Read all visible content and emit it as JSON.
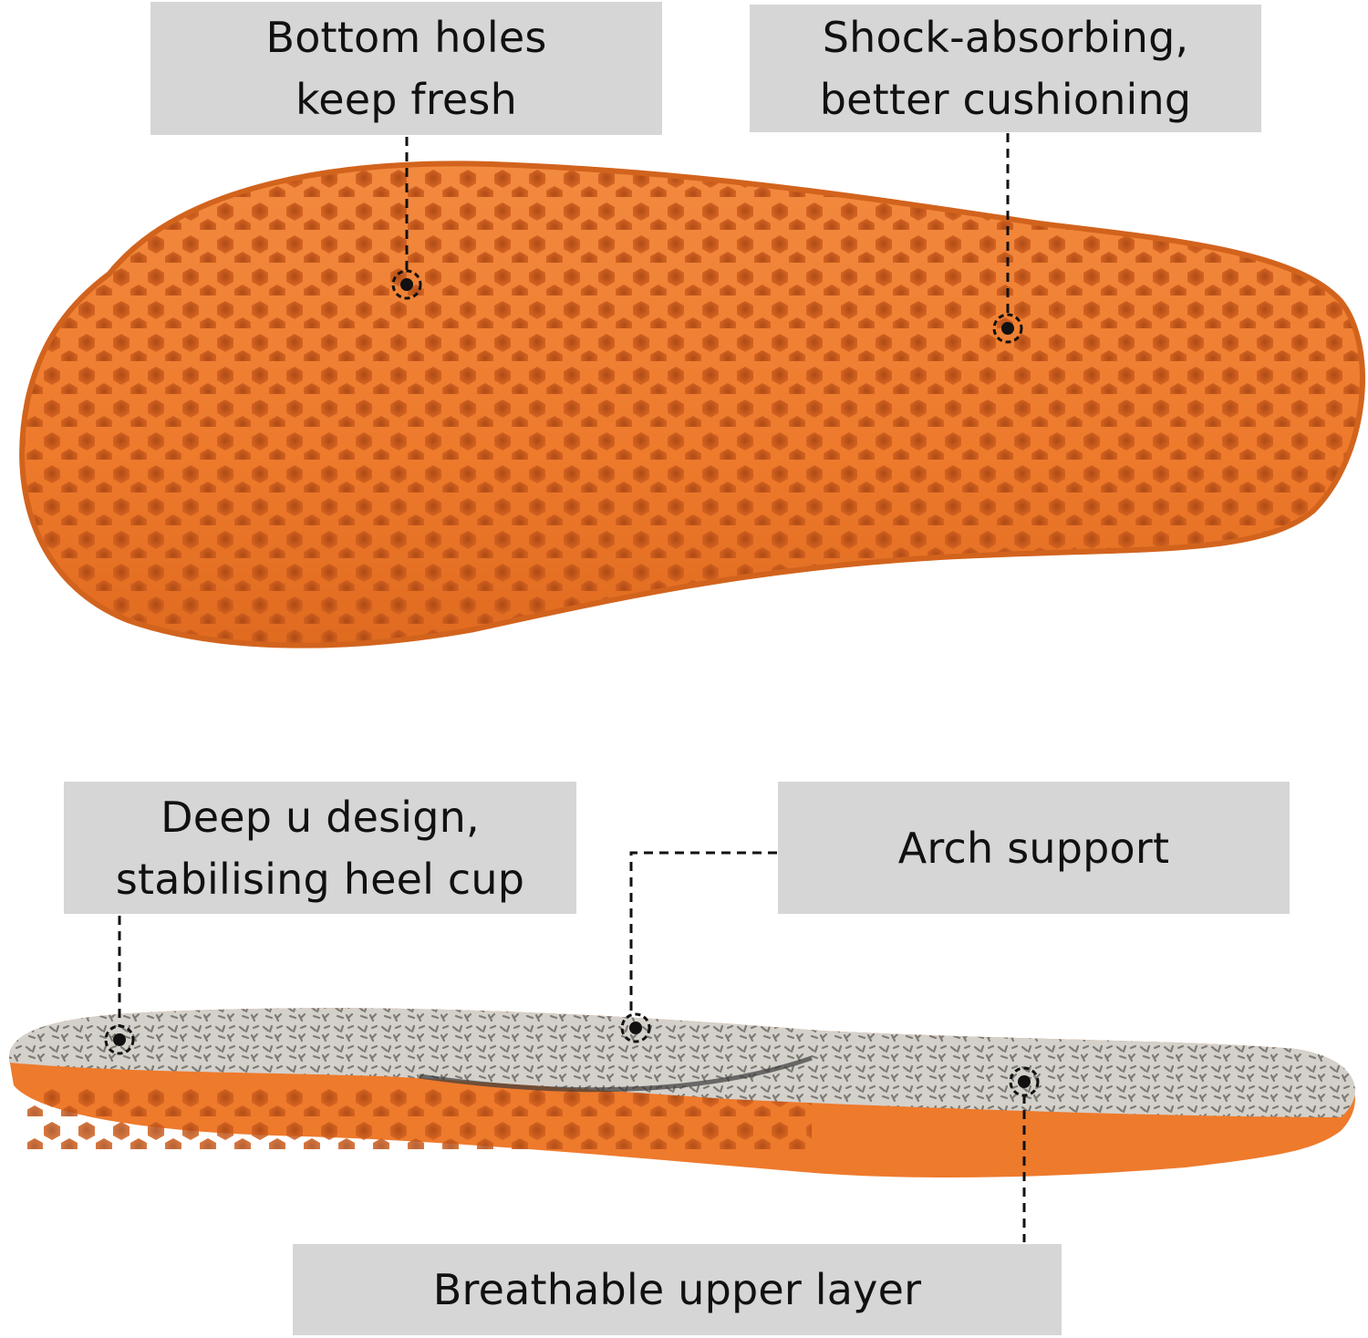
{
  "colors": {
    "foam_orange": "#f07a2b",
    "foam_dark": "#c4571a",
    "top_layer": "#c9c6c1",
    "label_bg": "#d6d6d6",
    "marker": "#111111"
  },
  "callouts": {
    "bottom_holes": {
      "line1": "Bottom holes",
      "line2": "keep fresh"
    },
    "shock_absorbing": {
      "line1": "Shock-absorbing,",
      "line2": "better cushioning"
    },
    "heel_cup": {
      "line1": "Deep u design,",
      "line2": "stabilising heel cup"
    },
    "arch_support": {
      "line1": "Arch support"
    },
    "breathable": {
      "line1": "Breathable upper layer"
    }
  },
  "icons": {
    "marker": "target-marker-icon"
  }
}
